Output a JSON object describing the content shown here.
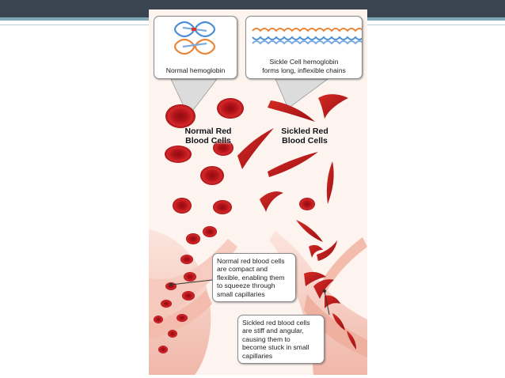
{
  "slide": {
    "header_color": "#3a4350",
    "accent_color": "#7fa7b6"
  },
  "figure": {
    "normal_hemoglobin_label": "Normal hemoglobin",
    "sickle_hemoglobin_label_line1": "Sickle Cell hemoglobin",
    "sickle_hemoglobin_label_line2": "forms long, inflexible chains",
    "normal_cells_title_line1": "Normal Red",
    "normal_cells_title_line2": "Blood Cells",
    "sickled_cells_title_line1": "Sickled Red",
    "sickled_cells_title_line2": "Blood Cells",
    "normal_note_lines": [
      "Normal red blood cells",
      "are compact and",
      "flexible, enabling them",
      "to squeeze through",
      "small capillaries"
    ],
    "sickled_note_lines": [
      "Sickled red blood cells",
      "are stiff and angular,",
      "causing them to",
      "become stuck in small",
      "capillaries"
    ],
    "colors": {
      "cell_red": "#c8171c",
      "vessel_pink": "#f2c1b5",
      "hemoglobin_blue": "#4a8fd6",
      "hemoglobin_orange": "#e8873a"
    }
  }
}
